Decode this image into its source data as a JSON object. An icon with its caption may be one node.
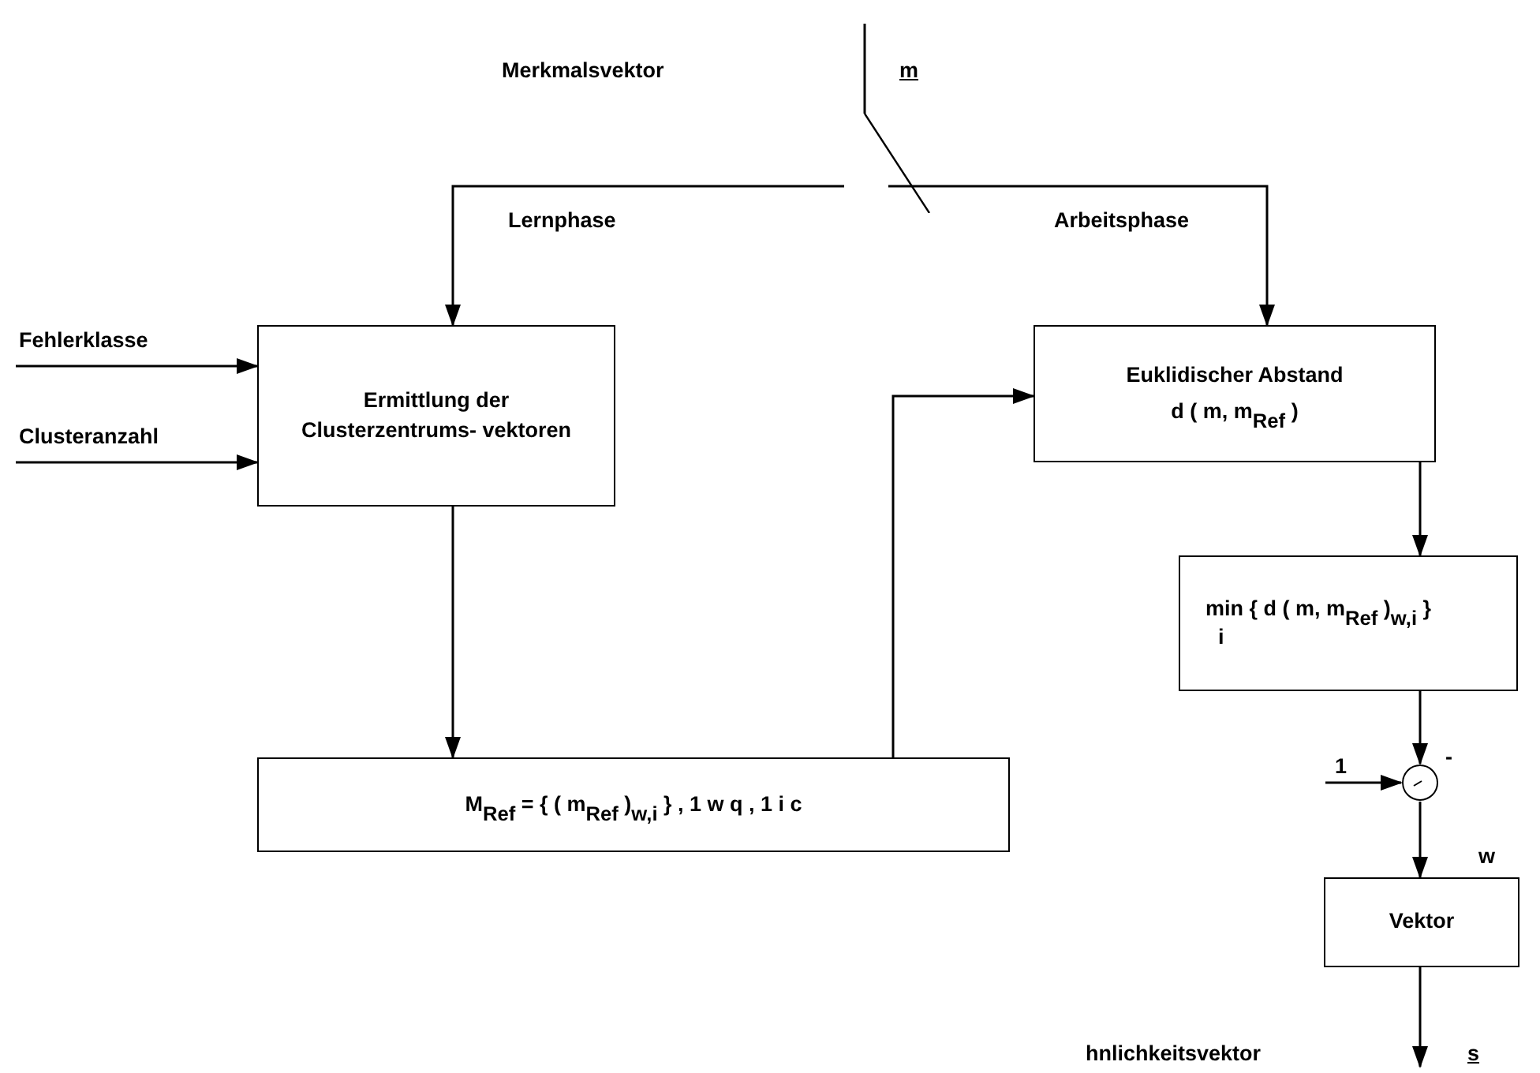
{
  "diagram": {
    "nodes": [
      {
        "text": [
          "Ermittlung der Clusterzentrums- vektoren"
        ]
      },
      {
        "text": [
          "Euklidischer Abstand",
          "d ( m, m$_{Ref}$ )"
        ]
      },
      {
        "text": [
          "min { d ( m, m$_{Ref}$ )$_{w,i}$ }",
          "i"
        ]
      },
      {
        "text": [
          "M$_{Ref}$ = { ( m$_{Ref}$ )$_{w,i}$ } , 1 w q , 1 i c"
        ]
      },
      {
        "text": [],
        "shape": "circle"
      },
      {
        "text": [
          "Vektor"
        ]
      },
      {
        "text": [],
        "shape": "switch"
      }
    ],
    "edges": [
      {
        "from": null,
        "to": 6,
        "arrow": "none"
      },
      {
        "from": 6,
        "to": 0,
        "arrow": "to"
      },
      {
        "from": 6,
        "to": 1,
        "arrow": "to"
      },
      {
        "from": null,
        "to": 0,
        "arrow": "to"
      },
      {
        "from": null,
        "to": 0,
        "arrow": "to"
      },
      {
        "from": 0,
        "to": 3,
        "arrow": "to"
      },
      {
        "from": 3,
        "to": 1,
        "arrow": "to"
      },
      {
        "from": 1,
        "to": 2,
        "arrow": "to"
      },
      {
        "from": 2,
        "to": 4,
        "arrow": "to"
      },
      {
        "from": null,
        "to": 4,
        "arrow": "to"
      },
      {
        "from": 4,
        "to": 5,
        "arrow": "to"
      },
      {
        "from": 5,
        "to": null,
        "arrow": "to"
      }
    ],
    "labels": [
      "Merkmalsvektor",
      "m",
      "Lernphase",
      "Arbeitsphase",
      "Fehlerklasse",
      "Clusteranzahl",
      "1",
      "-",
      "w",
      "hnlichkeitsvektor",
      "s"
    ]
  }
}
